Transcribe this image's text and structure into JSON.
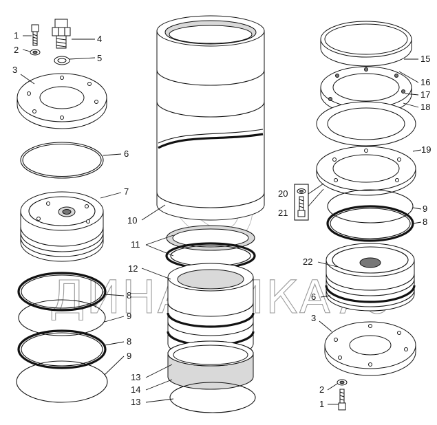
{
  "watermark": "ДИНАМИКА76",
  "callouts": [
    {
      "id": "c1a",
      "text": "1"
    },
    {
      "id": "c2a",
      "text": "2"
    },
    {
      "id": "c3a",
      "text": "3"
    },
    {
      "id": "c4",
      "text": "4"
    },
    {
      "id": "c5",
      "text": "5"
    },
    {
      "id": "c6a",
      "text": "6"
    },
    {
      "id": "c7",
      "text": "7"
    },
    {
      "id": "c8a",
      "text": "8"
    },
    {
      "id": "c9a",
      "text": "9"
    },
    {
      "id": "c8b",
      "text": "8"
    },
    {
      "id": "c9b",
      "text": "9"
    },
    {
      "id": "c10",
      "text": "10"
    },
    {
      "id": "c11",
      "text": "11"
    },
    {
      "id": "c12",
      "text": "12"
    },
    {
      "id": "c13a",
      "text": "13"
    },
    {
      "id": "c14",
      "text": "14"
    },
    {
      "id": "c13b",
      "text": "13"
    },
    {
      "id": "c15",
      "text": "15"
    },
    {
      "id": "c16",
      "text": "16"
    },
    {
      "id": "c17",
      "text": "17"
    },
    {
      "id": "c18",
      "text": "18"
    },
    {
      "id": "c19",
      "text": "19"
    },
    {
      "id": "c20",
      "text": "20"
    },
    {
      "id": "c21",
      "text": "21"
    },
    {
      "id": "c9c",
      "text": "9"
    },
    {
      "id": "c8c",
      "text": "8"
    },
    {
      "id": "c22",
      "text": "22"
    },
    {
      "id": "c6b",
      "text": "6"
    },
    {
      "id": "c3b",
      "text": "3"
    },
    {
      "id": "c2b",
      "text": "2"
    },
    {
      "id": "c1b",
      "text": "1"
    }
  ]
}
